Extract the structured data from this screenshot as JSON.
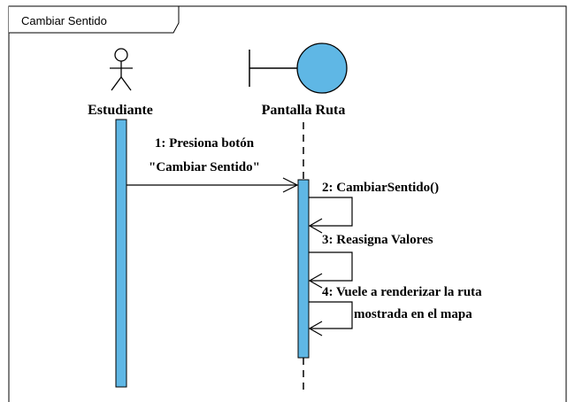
{
  "frame": {
    "title": "Cambiar Sentido"
  },
  "participants": [
    {
      "name": "Estudiante",
      "kind": "actor"
    },
    {
      "name": "Pantalla Ruta",
      "kind": "boundary"
    }
  ],
  "messages": [
    {
      "lines": [
        "1: Presiona botón",
        "\"Cambiar Sentido\""
      ],
      "from": "Estudiante",
      "to": "Pantalla Ruta"
    },
    {
      "lines": [
        "2: CambiarSentido()"
      ],
      "from": "Pantalla Ruta",
      "to": "Pantalla Ruta"
    },
    {
      "lines": [
        "3: Reasigna Valores"
      ],
      "from": "Pantalla Ruta",
      "to": "Pantalla Ruta"
    },
    {
      "lines": [
        "4: Vuele a renderizar la ruta",
        "mostrada en el mapa"
      ],
      "from": "Pantalla Ruta",
      "to": "Pantalla Ruta"
    }
  ],
  "colors": {
    "activation_fill": "#5fb7e5",
    "boundary_fill": "#5fb7e5",
    "line": "#000000"
  }
}
